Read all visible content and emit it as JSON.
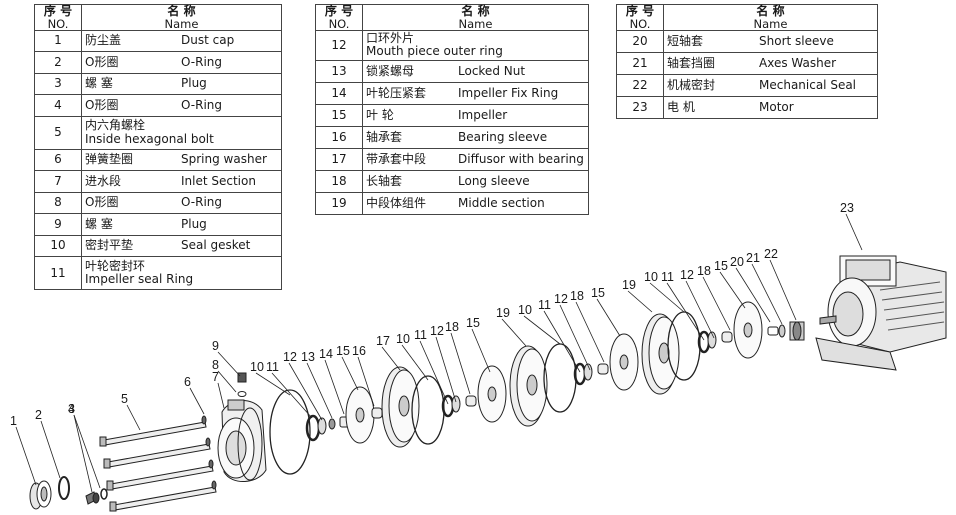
{
  "header": {
    "no_cn": "序 号",
    "no_en": "NO.",
    "name_cn": "名 称",
    "name_en": "Name"
  },
  "tables": [
    {
      "rows": [
        {
          "no": "1",
          "cn": "防尘盖",
          "en": "Dust cap"
        },
        {
          "no": "2",
          "cn": "O形圈",
          "en": "O-Ring"
        },
        {
          "no": "3",
          "cn": "螺 塞",
          "en": "Plug"
        },
        {
          "no": "4",
          "cn": "O形圈",
          "en": "O-Ring"
        },
        {
          "no": "5",
          "cn": "内六角螺栓",
          "en": "Inside hexagonal bolt",
          "wrap": true
        },
        {
          "no": "6",
          "cn": "弹簧垫圈",
          "en": "Spring washer"
        },
        {
          "no": "7",
          "cn": "进水段",
          "en": "Inlet Section"
        },
        {
          "no": "8",
          "cn": "O形圈",
          "en": "O-Ring"
        },
        {
          "no": "9",
          "cn": "螺 塞",
          "en": "Plug"
        },
        {
          "no": "10",
          "cn": "密封平垫",
          "en": "Seal gesket"
        },
        {
          "no": "11",
          "cn": "叶轮密封环",
          "en": "Impeller seal Ring",
          "wrap": true
        }
      ]
    },
    {
      "rows": [
        {
          "no": "12",
          "cn": "口环外片",
          "en": "Mouth piece outer ring",
          "wrap": true
        },
        {
          "no": "13",
          "cn": "锁紧螺母",
          "en": "Locked Nut"
        },
        {
          "no": "14",
          "cn": "叶轮压紧套",
          "en": "Impeller Fix Ring"
        },
        {
          "no": "15",
          "cn": "叶 轮",
          "en": "Impeller"
        },
        {
          "no": "16",
          "cn": "轴承套",
          "en": "Bearing sleeve"
        },
        {
          "no": "17",
          "cn": "带承套中段",
          "en": "Diffusor with bearing"
        },
        {
          "no": "18",
          "cn": "长轴套",
          "en": "Long sleeve"
        },
        {
          "no": "19",
          "cn": "中段体组件",
          "en": "Middle section"
        }
      ]
    },
    {
      "rows": [
        {
          "no": "20",
          "cn": "短轴套",
          "en": "Short sleeve"
        },
        {
          "no": "21",
          "cn": "轴套挡圈",
          "en": "Axes Washer"
        },
        {
          "no": "22",
          "cn": "机械密封",
          "en": "Mechanical Seal"
        },
        {
          "no": "23",
          "cn": "电 机",
          "en": "Motor"
        }
      ]
    }
  ],
  "callouts": [
    "1",
    "2",
    "3",
    "4",
    "5",
    "6",
    "7",
    "8",
    "9",
    "10",
    "11",
    "12",
    "13",
    "14",
    "15",
    "16",
    "17",
    "10",
    "11",
    "12",
    "18",
    "15",
    "19",
    "10",
    "11",
    "12",
    "18",
    "15",
    "19",
    "10",
    "11",
    "12",
    "18",
    "15",
    "20",
    "21",
    "22",
    "23"
  ]
}
